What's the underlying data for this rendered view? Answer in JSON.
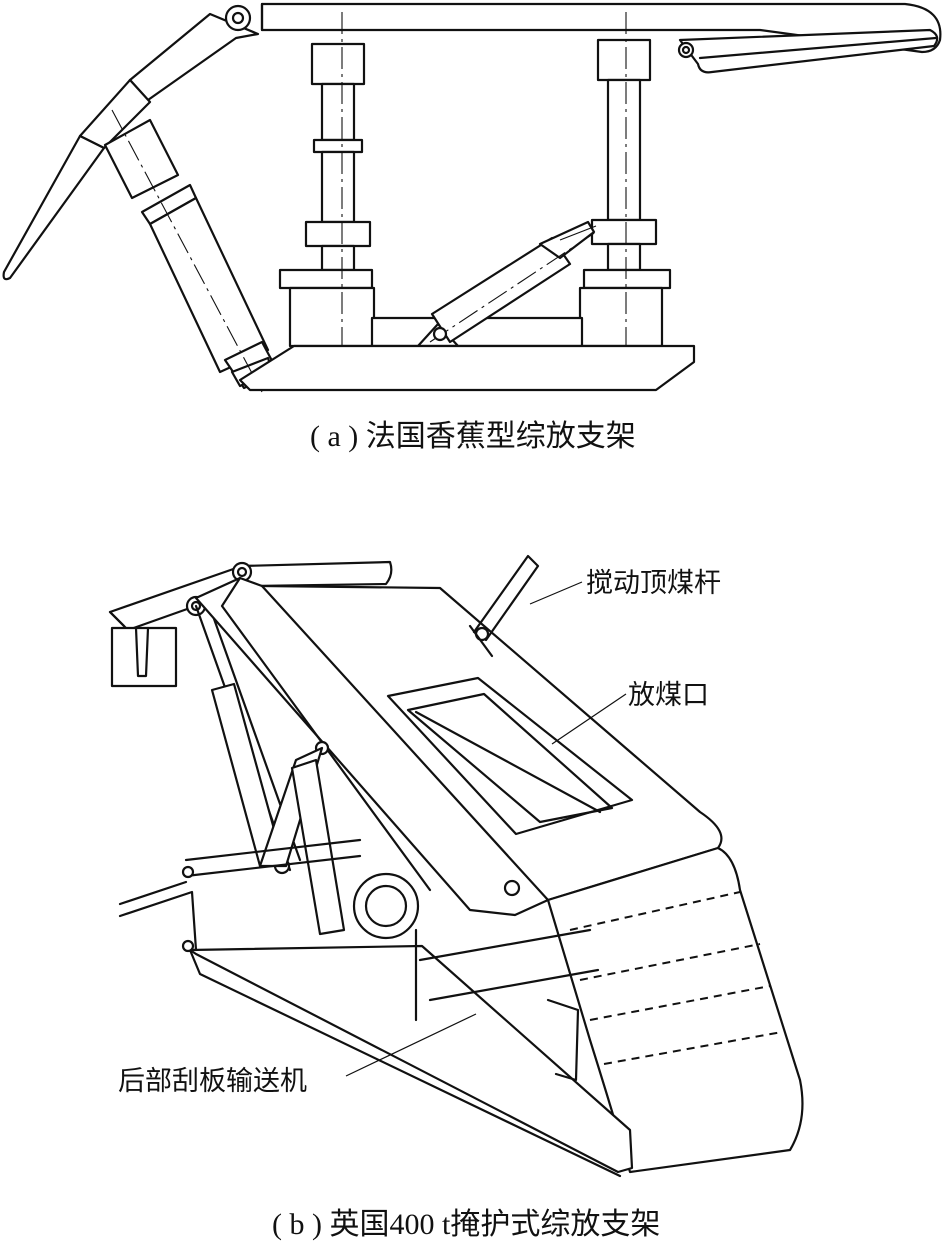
{
  "figure_a": {
    "caption": "( a ) 法国香蕉型综放支架"
  },
  "figure_b": {
    "caption": "( b ) 英国400 t掩护式综放支架",
    "labels": {
      "stirring_rod": "搅动顶煤杆",
      "coal_outlet": "放煤口",
      "rear_conveyor": "后部刮板输送机"
    }
  }
}
